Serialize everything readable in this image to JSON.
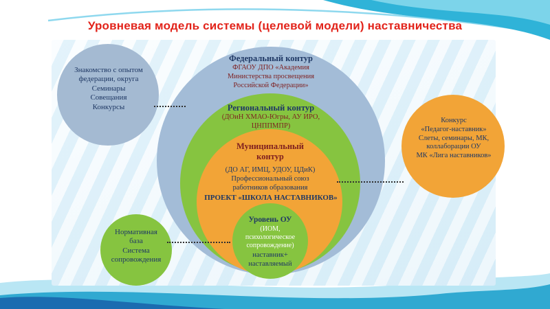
{
  "slide": {
    "title": "Уровневая модель системы (целевой модели) наставничества"
  },
  "rings": {
    "federal": {
      "title": "Федеральный контур",
      "lines": [
        "ФГАОУ ДПО «Академия",
        "Министерства просвещения",
        "Российской Федерации»"
      ]
    },
    "regional": {
      "title": "Региональный контур",
      "lines": [
        "(ДОиН ХМАО-Югры, АУ ИРО,",
        "ЦНППМПР)"
      ]
    },
    "municipal": {
      "title": "Муниципальный контур",
      "lines": [
        "(ДО АГ, ИМЦ, УДОУ, ЦДиК)",
        "Профессиональный союз",
        "работников образования"
      ],
      "project": "ПРОЕКТ «ШКОЛА НАСТАВНИКОВ»"
    },
    "school": {
      "title": "Уровень ОУ",
      "support_lines": [
        "(ИОМ,",
        "психологическое",
        "сопровождение)"
      ],
      "pair_lines": [
        "наставник+",
        "наставляемый"
      ]
    }
  },
  "satellites": {
    "federal_left": {
      "lines": [
        "Знакомство с опытом",
        "федерации, округа",
        "Семинары",
        "Совещания",
        "Конкурсы"
      ]
    },
    "municipal_right": {
      "lines": [
        "Конкурс",
        "«Педагог-наставник»",
        "Слеты, семинары, МК,",
        "коллаборации ОУ",
        "МК «Лига наставников»"
      ]
    },
    "school_left": {
      "lines": [
        "Нормативная",
        "база",
        "Система",
        "сопровождения"
      ]
    }
  },
  "colors": {
    "title_red": "#e2231a",
    "federal_blue": "#a3bcd7",
    "green": "#86c440",
    "orange": "#f2a437",
    "text_navy": "#1f3864",
    "text_maroon": "#7e1f1f",
    "wave_teal": "#30a9d1",
    "wave_dark_blue": "#1b6cb0"
  }
}
